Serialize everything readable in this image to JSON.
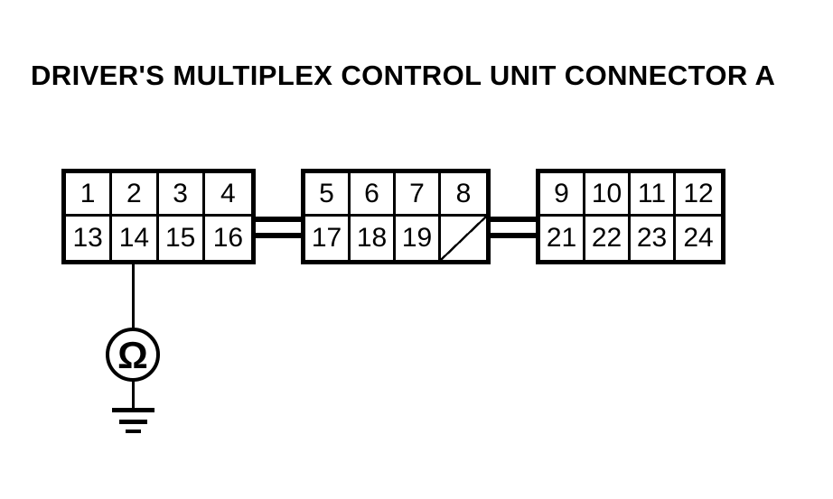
{
  "title": "DRIVER'S MULTIPLEX CONTROL UNIT CONNECTOR A",
  "colors": {
    "ink": "#000000",
    "paper": "#ffffff"
  },
  "connector": {
    "blocks": [
      {
        "rows": [
          [
            "1",
            "2",
            "3",
            "4"
          ],
          [
            "13",
            "14",
            "15",
            "16"
          ]
        ]
      },
      {
        "rows": [
          [
            "5",
            "6",
            "7",
            "8"
          ],
          [
            "17",
            "18",
            "19",
            null
          ]
        ]
      },
      {
        "rows": [
          [
            "9",
            "10",
            "11",
            "12"
          ],
          [
            "21",
            "22",
            "23",
            "24"
          ]
        ]
      }
    ],
    "empty_cell_marker": "diagonal-slash"
  },
  "probe": {
    "symbol": "Ω",
    "connected_pin": "14",
    "ground_symbol": "chassis-ground"
  }
}
